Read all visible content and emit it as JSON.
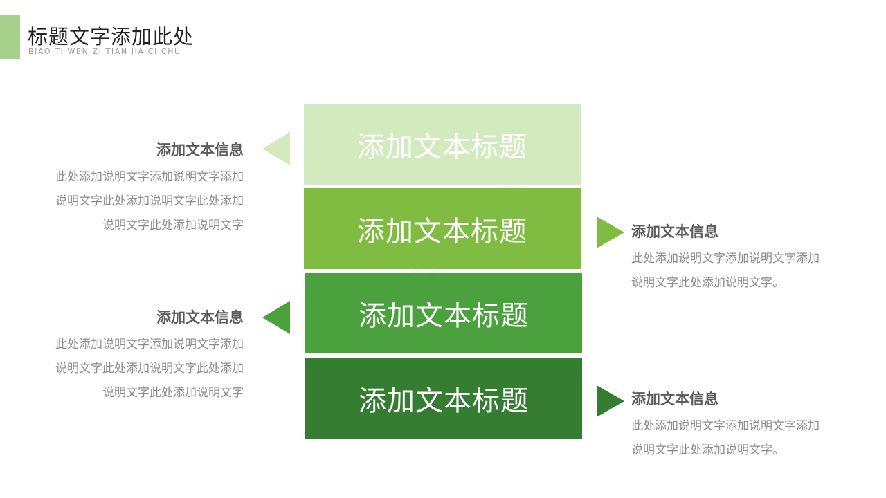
{
  "header": {
    "title": "标题文字添加此处",
    "subtitle": "BIAO TI WEN ZI TIAN JIA CI CHU",
    "accent_color": "#a8d08d"
  },
  "blocks": [
    {
      "label": "添加文本标题",
      "color": "#d3e9be"
    },
    {
      "label": "添加文本标题",
      "color": "#80bc42"
    },
    {
      "label": "添加文本标题",
      "color": "#4ca13f"
    },
    {
      "label": "添加文本标题",
      "color": "#357d31"
    }
  ],
  "info_items": [
    {
      "side": "left",
      "heading": "添加文本信息",
      "lines": [
        "此处添加说明文字添加说明文字添加",
        "说明文字此处添加说明文字此处添加",
        "说明文字此处添加说明文字"
      ],
      "arrow_color": "#d3e9be"
    },
    {
      "side": "right",
      "heading": "添加文本信息",
      "lines": [
        "此处添加说明文字添加说明文字添加",
        "说明文字此处添加说明文字。"
      ],
      "arrow_color": "#80bc42"
    },
    {
      "side": "left",
      "heading": "添加文本信息",
      "lines": [
        "此处添加说明文字添加说明文字添加",
        "说明文字此处添加说明文字此处添加",
        "说明文字此处添加说明文字"
      ],
      "arrow_color": "#4ca13f"
    },
    {
      "side": "right",
      "heading": "添加文本信息",
      "lines": [
        "此处添加说明文字添加说明文字添加",
        "说明文字此处添加说明文字。"
      ],
      "arrow_color": "#357d31"
    }
  ],
  "watermark": "ppt素材网"
}
